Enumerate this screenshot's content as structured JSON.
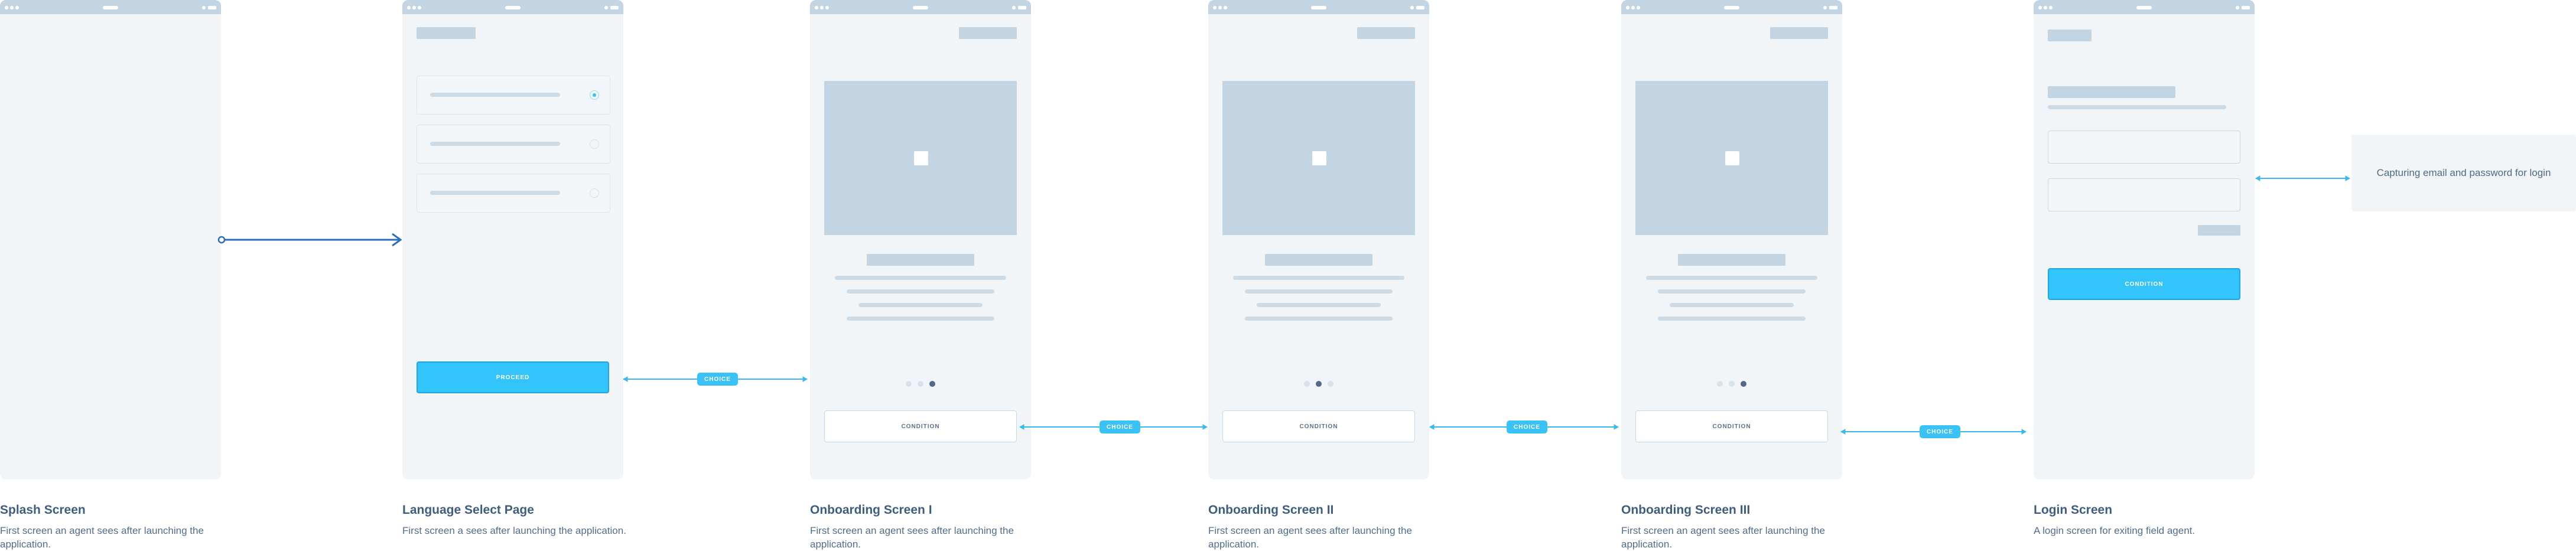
{
  "accent_color": "#34c4fc",
  "connector_color": "#3ab8f0",
  "screens": [
    {
      "title": "Splash Screen",
      "description": "First screen an agent sees after launching the application."
    },
    {
      "title": "Language Select  Page",
      "description": "First screen a sees after launching the application.",
      "button_label": "PROCEED"
    },
    {
      "title": "Onboarding Screen I",
      "description": "First screen an agent sees after launching the application.",
      "button_label": "CONDITION"
    },
    {
      "title": "Onboarding Screen II",
      "description": "First screen an agent sees after launching the application.",
      "button_label": "CONDITION"
    },
    {
      "title": "Onboarding Screen III",
      "description": "First screen an agent sees after launching the application.",
      "button_label": "CONDITION"
    },
    {
      "title": "Login Screen",
      "description": "A login screen for exiting field agent.",
      "button_label": "CONDITION"
    }
  ],
  "choice_labels": [
    "CHOICE",
    "CHOICE",
    "CHOICE",
    "CHOICE"
  ],
  "annotation": "Capturing email and password for login"
}
